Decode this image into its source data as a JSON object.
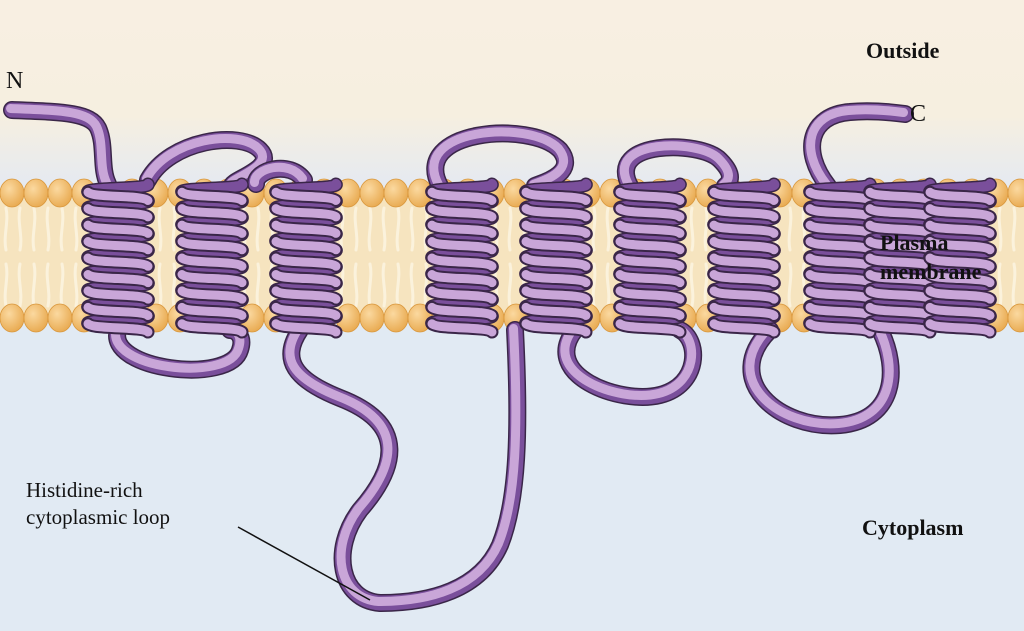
{
  "labels": {
    "outside": "Outside",
    "cytoplasm": "Cytoplasm",
    "membrane_line1": "Plasma",
    "membrane_line2": "membrane",
    "n_terminus": "N",
    "c_terminus": "C",
    "loop_line1": "Histidine-rich",
    "loop_line2": "cytoplasmic loop"
  },
  "colors": {
    "outside_bg": "#f7f1e6",
    "cytoplasm_bg": "#e1eaf3",
    "lipid_head": "#f0b866",
    "membrane_core": "#f6e4bf",
    "helix_light": "#c9a6d8",
    "helix_dark": "#7a4f9b",
    "outline": "#3a2648"
  },
  "protein": {
    "transmembrane_helices": 10
  }
}
